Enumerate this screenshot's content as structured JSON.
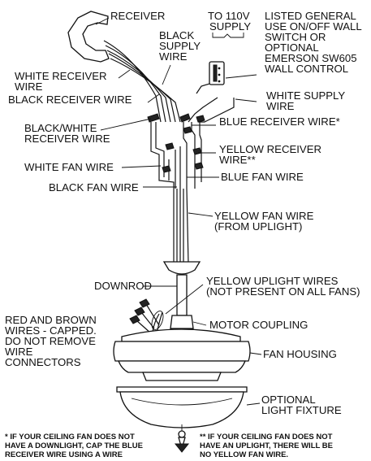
{
  "labels": {
    "receiver": "RECEIVER",
    "to_110v_1": "TO 110V",
    "to_110v_2": "SUPPLY",
    "listed_1": "LISTED GENERAL",
    "listed_2": "USE ON/OFF WALL",
    "listed_3": "SWITCH OR",
    "listed_4": "OPTIONAL",
    "listed_5": "EMERSON SW605",
    "listed_6": "WALL CONTROL",
    "black_supply_1": "BLACK",
    "black_supply_2": "SUPPLY",
    "black_supply_3": "WIRE",
    "white_receiver_1": "WHITE RECEIVER",
    "white_receiver_2": "WIRE",
    "black_receiver": "BLACK RECEIVER WIRE",
    "white_supply_1": "WHITE SUPPLY",
    "white_supply_2": "WIRE",
    "black_white_1": "BLACK/WHITE",
    "black_white_2": "RECEIVER WIRE",
    "blue_receiver": "BLUE RECEIVER WIRE*",
    "yellow_receiver_1": "YELLOW RECEIVER",
    "yellow_receiver_2": "WIRE**",
    "white_fan": "WHITE FAN WIRE",
    "blue_fan": "BLUE FAN WIRE",
    "black_fan": "BLACK FAN WIRE",
    "yellow_fan_1": "YELLOW FAN WIRE",
    "yellow_fan_2": "(FROM UPLIGHT)",
    "downrod": "DOWNROD",
    "yellow_uplight_1": "YELLOW UPLIGHT WIRES",
    "yellow_uplight_2": "(NOT PRESENT ON ALL FANS)",
    "red_brown_1": "RED AND BROWN",
    "red_brown_2": "WIRES - CAPPED.",
    "red_brown_3": "DO NOT REMOVE",
    "red_brown_4": "WIRE",
    "red_brown_5": "CONNECTORS",
    "motor_coupling": "MOTOR COUPLING",
    "fan_housing": "FAN HOUSING",
    "optional_light_1": "OPTIONAL",
    "optional_light_2": "LIGHT FIXTURE"
  },
  "notes": {
    "left_1": "* IF YOUR CEILING FAN DOES NOT",
    "left_2": "HAVE A DOWNLIGHT,  CAP THE BLUE",
    "left_3": "RECEIVER WIRE USING A WIRE",
    "right_1": "** IF YOUR CEILING FAN DOES NOT",
    "right_2": "HAVE AN UPLIGHT, THERE WILL BE",
    "right_3": "NO YELLOW FAN WIRE."
  }
}
